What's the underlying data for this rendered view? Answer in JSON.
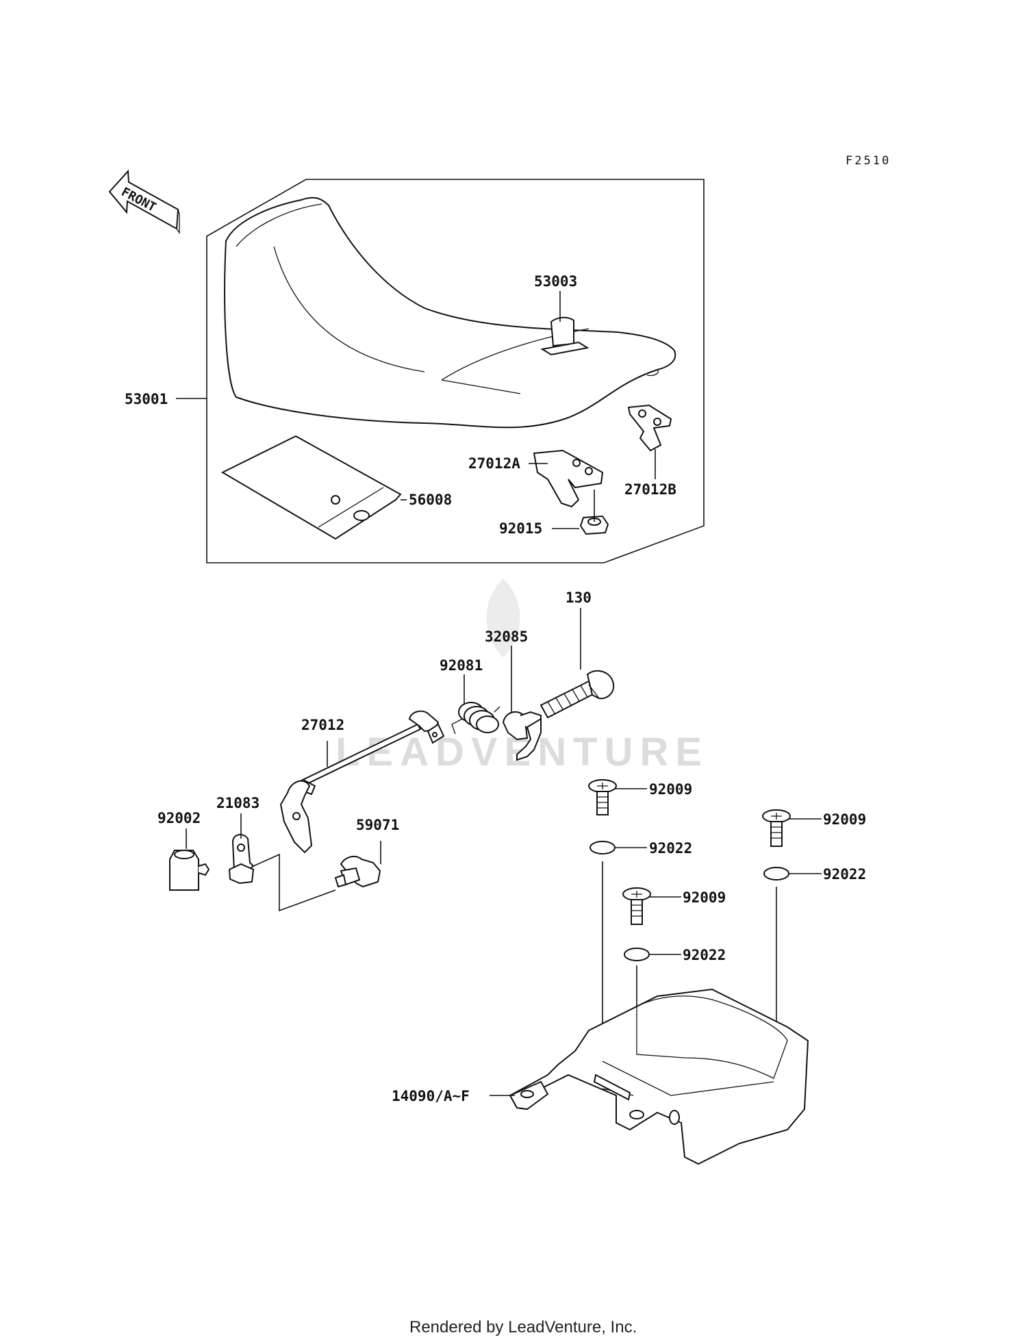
{
  "diagram": {
    "code": "F2510",
    "front_label": "FRONT",
    "watermark": "LEADVENTURE",
    "footer": "Rendered by LeadVenture, Inc.",
    "labels": {
      "p53001": "53001",
      "p53003": "53003",
      "p56008": "56008",
      "p27012A": "27012A",
      "p27012B": "27012B",
      "p92015": "92015",
      "p130": "130",
      "p32085": "32085",
      "p92081": "92081",
      "p27012": "27012",
      "p21083": "21083",
      "p92002": "92002",
      "p59071": "59071",
      "p92009a": "92009",
      "p92022a": "92022",
      "p92009b": "92009",
      "p92022b": "92022",
      "p92009c": "92009",
      "p92022c": "92022",
      "p14090": "14090/A~F"
    }
  }
}
